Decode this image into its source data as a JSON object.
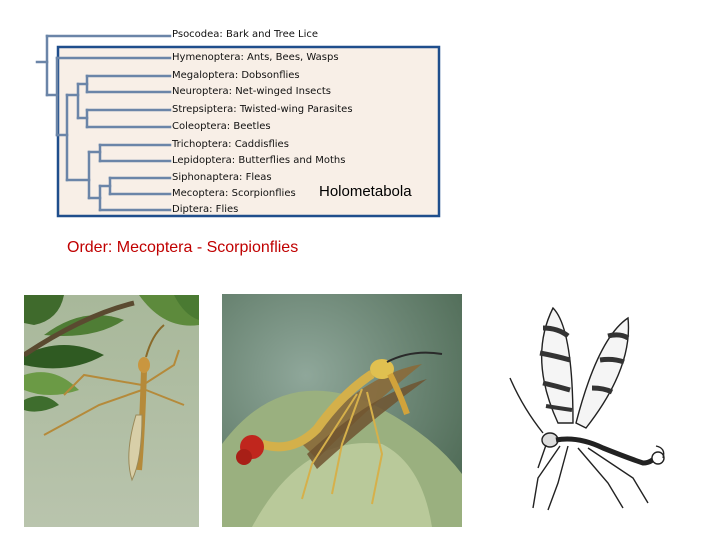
{
  "taxa": [
    {
      "label": "Psocodea: Bark and Tree Lice"
    },
    {
      "label": "Hymenoptera: Ants, Bees, Wasps"
    },
    {
      "label": "Megaloptera: Dobsonflies"
    },
    {
      "label": "Neuroptera: Net-winged Insects"
    },
    {
      "label": "Strepsiptera: Twisted-wing Parasites"
    },
    {
      "label": "Coleoptera: Beetles"
    },
    {
      "label": "Trichoptera: Caddisflies"
    },
    {
      "label": "Lepidoptera: Butterflies and Moths"
    },
    {
      "label": "Siphonaptera: Fleas"
    },
    {
      "label": "Mecoptera: Scorpionflies"
    },
    {
      "label": "Diptera: Flies"
    }
  ],
  "group_label": "Holometabola",
  "title": "Order: Mecoptera - Scorpionflies",
  "colors": {
    "tree_line": "#6b85a8",
    "box_border": "#1f4e8c",
    "box_fill": "#f8efe7",
    "title": "#c00000"
  },
  "images": [
    {
      "name": "scorpionfly-photo-on-leaf"
    },
    {
      "name": "scorpionfly-photo-closeup"
    },
    {
      "name": "scorpionfly-line-drawing"
    }
  ]
}
